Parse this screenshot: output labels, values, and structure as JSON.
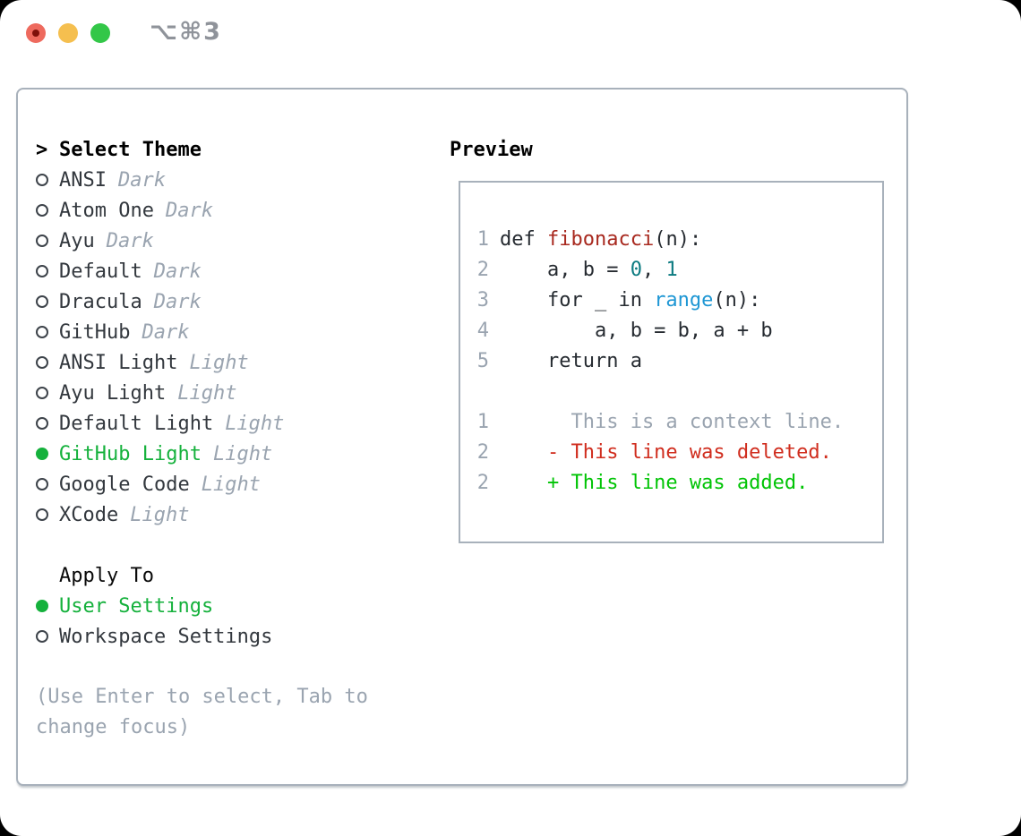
{
  "titlebar": {
    "shortcut": "⌥⌘3"
  },
  "panel": {
    "theme_section": {
      "marker": ">",
      "title": "Select Theme",
      "items": [
        {
          "name": "ANSI",
          "variant": "Dark",
          "selected": false
        },
        {
          "name": "Atom One",
          "variant": "Dark",
          "selected": false
        },
        {
          "name": "Ayu",
          "variant": "Dark",
          "selected": false
        },
        {
          "name": "Default",
          "variant": "Dark",
          "selected": false
        },
        {
          "name": "Dracula",
          "variant": "Dark",
          "selected": false
        },
        {
          "name": "GitHub",
          "variant": "Dark",
          "selected": false
        },
        {
          "name": "ANSI Light",
          "variant": "Light",
          "selected": false
        },
        {
          "name": "Ayu Light",
          "variant": "Light",
          "selected": false
        },
        {
          "name": "Default Light",
          "variant": "Light",
          "selected": false
        },
        {
          "name": "GitHub Light",
          "variant": "Light",
          "selected": true
        },
        {
          "name": "Google Code",
          "variant": "Light",
          "selected": false
        },
        {
          "name": "XCode",
          "variant": "Light",
          "selected": false
        }
      ]
    },
    "apply_section": {
      "title": "Apply To",
      "options": [
        {
          "label": "User Settings",
          "selected": true
        },
        {
          "label": "Workspace Settings",
          "selected": false
        }
      ]
    },
    "hint": "(Use Enter to select, Tab to change focus)"
  },
  "preview": {
    "title": "Preview",
    "lines": [
      {
        "num": "1",
        "segments": [
          {
            "text": "def ",
            "style": "plain"
          },
          {
            "text": "fibonacci",
            "style": "function"
          },
          {
            "text": "(n):",
            "style": "plain"
          }
        ]
      },
      {
        "num": "2",
        "segments": [
          {
            "text": "    a, b = ",
            "style": "plain"
          },
          {
            "text": "0",
            "style": "number"
          },
          {
            "text": ", ",
            "style": "plain"
          },
          {
            "text": "1",
            "style": "number"
          }
        ]
      },
      {
        "num": "3",
        "segments": [
          {
            "text": "    for _ in ",
            "style": "plain"
          },
          {
            "text": "range",
            "style": "builtin"
          },
          {
            "text": "(n):",
            "style": "plain"
          }
        ]
      },
      {
        "num": "4",
        "segments": [
          {
            "text": "        a, b = b, a + b",
            "style": "plain"
          }
        ]
      },
      {
        "num": "5",
        "segments": [
          {
            "text": "    return a",
            "style": "plain"
          }
        ]
      },
      {
        "num": "",
        "segments": []
      },
      {
        "num": "1",
        "segments": [
          {
            "text": "      This is a context line.",
            "style": "context"
          }
        ]
      },
      {
        "num": "2",
        "segments": [
          {
            "text": "    - This line was deleted.",
            "style": "deleted"
          }
        ]
      },
      {
        "num": "2",
        "segments": [
          {
            "text": "    + This line was added.",
            "style": "added"
          }
        ]
      }
    ]
  },
  "colors": {
    "selection_green": "#15b13c",
    "added_green": "#00c405",
    "deleted_red": "#d02d1e",
    "function_red": "#a8291f",
    "number_teal": "#0c7b81",
    "builtin_blue": "#1f97d4",
    "muted_gray": "#9aa4b0",
    "border_gray": "#a8b1bb",
    "traffic_red": "#ee6a5e",
    "traffic_yellow": "#f5bf4f",
    "traffic_green": "#33c748"
  }
}
